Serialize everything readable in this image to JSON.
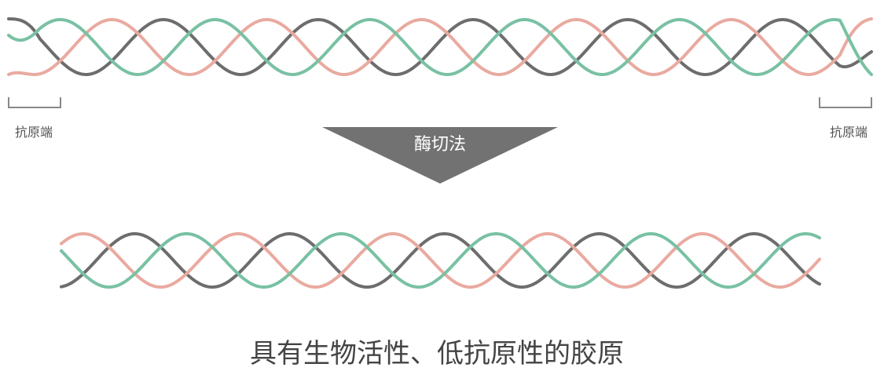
{
  "colors": {
    "strand_a": "#6d6d6d",
    "strand_b": "#e9aaa0",
    "strand_c": "#79c1a3",
    "bracket": "#888888",
    "arrow": "#727272",
    "arrow_text": "#ffffff",
    "caption": "#444444"
  },
  "labels": {
    "left_end": "抗原端",
    "right_end": "抗原端",
    "process": "酶切法",
    "caption": "具有生物活性、低抗原性的胶原"
  },
  "icons": {
    "arrow": "down-triangle-icon",
    "bracket": "end-bracket-icon"
  }
}
